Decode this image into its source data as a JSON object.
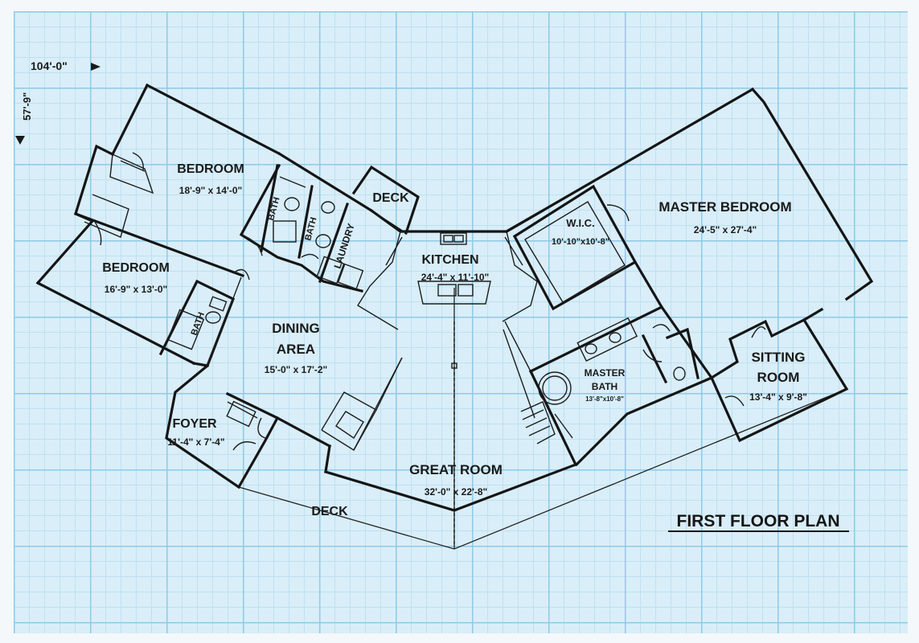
{
  "plan": {
    "title": "FIRST FLOOR PLAN",
    "overall_width": "104'-0\"",
    "overall_depth": "57'-9\""
  },
  "rooms": {
    "bedroom_1": {
      "name": "BEDROOM",
      "size": "18'-9\" x 14'-0\""
    },
    "bedroom_2": {
      "name": "BEDROOM",
      "size": "16'-9\" x 13'-0\""
    },
    "bath_1": {
      "name": "BATH"
    },
    "bath_2": {
      "name": "BATH"
    },
    "bath_3": {
      "name": "BATH"
    },
    "laundry": {
      "name": "LAUNDRY"
    },
    "deck_rear": {
      "name": "DECK"
    },
    "kitchen": {
      "name": "KITCHEN",
      "size": "24'-4\" x 11'-10\""
    },
    "wic": {
      "name": "W.I.C.",
      "size": "10'-10\"x10'-8\""
    },
    "master_bedroom": {
      "name": "MASTER BEDROOM",
      "size": "24'-5\" x 27'-4\""
    },
    "dining": {
      "name_line1": "DINING",
      "name_line2": "AREA",
      "size": "15'-0\" x 17'-2\""
    },
    "master_bath": {
      "name_line1": "MASTER",
      "name_line2": "BATH",
      "size": "13'-8\"x10'-8\""
    },
    "sitting_room": {
      "name_line1": "SITTING",
      "name_line2": "ROOM",
      "size": "13'-4\" x 9'-8\""
    },
    "foyer": {
      "name": "FOYER",
      "size": "11'-4\" x 7'-4\""
    },
    "great_room": {
      "name": "GREAT ROOM",
      "size": "32'-0\" x 22'-8\""
    },
    "deck_front": {
      "name": "DECK"
    }
  }
}
